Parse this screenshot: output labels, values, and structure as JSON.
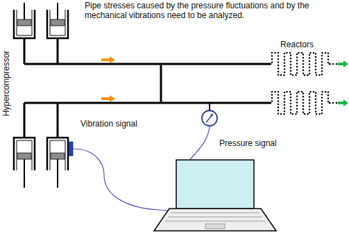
{
  "diagram": {
    "labels": [
      "Pipe stresses caused by the pressure fluctuations and by the mechanical vibrations need to be analyzed.",
      "Hypercompressor",
      "Reactors",
      "Vibration signal",
      "Pressure signal"
    ]
  }
}
